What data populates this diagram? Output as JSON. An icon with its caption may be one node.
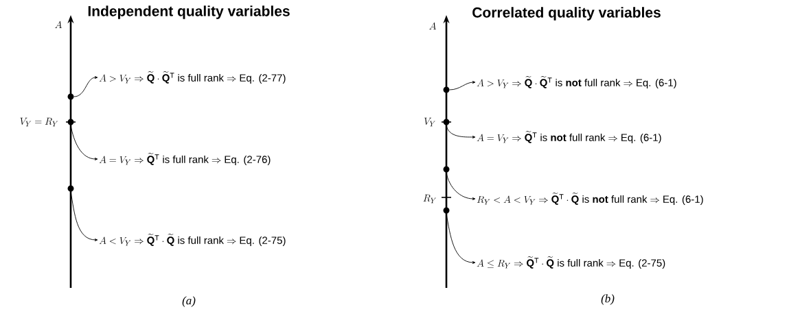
{
  "diagram": {
    "nodes": [
      {
        "text": [],
        "shape": "circle"
      },
      {
        "text": [],
        "shape": "circle"
      },
      {
        "text": [],
        "shape": "circle"
      },
      {
        "text": [
          "A > V_Y \\Rightarrow \\widetilde{\\mathbf{Q}} \\cdot \\widetilde{\\mathbf{Q}}^{\\mathrm{T}} \\text{ is full rank} \\Rightarrow \\text{Eq. (2-77)}"
        ]
      },
      {
        "text": [
          "A = V_Y \\Rightarrow \\widetilde{\\mathbf{Q}}^{\\mathrm{T}} \\text{ is full rank} \\Rightarrow \\text{Eq. (2-76)}"
        ]
      },
      {
        "text": [
          "A < V_Y \\Rightarrow \\widetilde{\\mathbf{Q}}^{\\mathrm{T}} \\cdot \\widetilde{\\mathbf{Q}} \\text{ is full rank} \\Rightarrow \\text{Eq. (2-75)}"
        ]
      },
      {
        "text": [],
        "shape": "circle"
      },
      {
        "text": [],
        "shape": "circle"
      },
      {
        "text": [],
        "shape": "circle"
      },
      {
        "text": [],
        "shape": "circle"
      },
      {
        "text": [
          "A > V_Y \\Rightarrow \\widetilde{\\mathbf{Q}} \\cdot \\widetilde{\\mathbf{Q}}^{\\mathrm{T}} \\text{ is \\textbf{not} full rank} \\Rightarrow \\text{Eq. (6-1)}"
        ]
      },
      {
        "text": [
          "A = V_Y \\Rightarrow \\widetilde{\\mathbf{Q}}^{\\mathrm{T}} \\text{ is \\textbf{not} full rank} \\Rightarrow \\text{Eq. (6-1)}"
        ]
      },
      {
        "text": [
          "R_Y < A < V_Y \\Rightarrow \\widetilde{\\mathbf{Q}}^{\\mathrm{T}} \\cdot \\widetilde{\\mathbf{Q}} \\text{ is \\textbf{not} full rank} \\Rightarrow \\text{Eq. (6-1)}"
        ]
      },
      {
        "text": [
          "A \\leq R_Y \\Rightarrow \\widetilde{\\mathbf{Q}}^{\\mathrm{T}} \\cdot \\widetilde{\\mathbf{Q}} \\text{ is full rank} \\Rightarrow \\text{Eq. (2-75)}"
        ]
      }
    ],
    "edges": [
      {
        "from": 0,
        "to": 3,
        "arrow": "to"
      },
      {
        "from": 1,
        "to": 4,
        "arrow": "to"
      },
      {
        "from": 2,
        "to": 5,
        "arrow": "to"
      },
      {
        "from": 6,
        "to": 10,
        "arrow": "to"
      },
      {
        "from": 7,
        "to": 11,
        "arrow": "to"
      },
      {
        "from": 8,
        "to": 12,
        "arrow": "to"
      },
      {
        "from": 9,
        "to": 13,
        "arrow": "to"
      }
    ],
    "labels": [
      "Independent quality variables",
      "Correlated quality variables",
      "A",
      "V_Y = R_Y",
      "A",
      "V_Y",
      "R_Y",
      "(a)",
      "(b)"
    ]
  }
}
